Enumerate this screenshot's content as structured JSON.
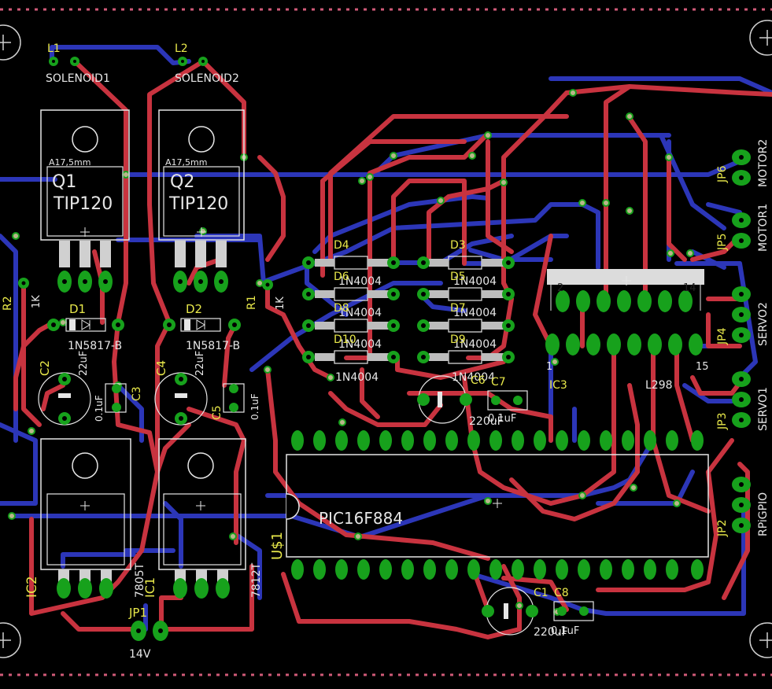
{
  "colors": {
    "background": "#000000",
    "top_copper": "#c8333f",
    "bottom_copper": "#2c36b8",
    "pad": "#17a11c",
    "via": "#b8b68a",
    "silkscreen": "#e6e6e6",
    "component_name": "#e8e84a",
    "outline_dash": "#d05a78"
  },
  "components": [
    {
      "id": "L1",
      "value": "SOLENOID1"
    },
    {
      "id": "L2",
      "value": "SOLENOID2"
    },
    {
      "id": "Q1",
      "value": "TIP120",
      "package": "A17,5mm"
    },
    {
      "id": "Q2",
      "value": "TIP120",
      "package": "A17,5mm"
    },
    {
      "id": "R1",
      "value": "1K"
    },
    {
      "id": "R2",
      "value": "1K"
    },
    {
      "id": "D1",
      "value": "1N5817-B"
    },
    {
      "id": "D2",
      "value": "1N5817-B"
    },
    {
      "id": "C2",
      "value": "22uF"
    },
    {
      "id": "C3",
      "value": "0.1uF"
    },
    {
      "id": "C4",
      "value": "22uF"
    },
    {
      "id": "C5",
      "value": "0.1uF"
    },
    {
      "id": "IC2",
      "value": "7805T"
    },
    {
      "id": "IC1",
      "value": "7812T"
    },
    {
      "id": "JP1",
      "value": "14V"
    },
    {
      "id": "D3",
      "value": "1N4004"
    },
    {
      "id": "D4",
      "value": "1N4004"
    },
    {
      "id": "D5",
      "value": "1N4004"
    },
    {
      "id": "D6",
      "value": "1N4004"
    },
    {
      "id": "D7",
      "value": "1N4004"
    },
    {
      "id": "D8",
      "value": "1N4004"
    },
    {
      "id": "D9",
      "value": "1N4004"
    },
    {
      "id": "D10",
      "value": "1N4004"
    },
    {
      "id": "C6",
      "value": "220uF"
    },
    {
      "id": "C7",
      "value": "0.1uF"
    },
    {
      "id": "IC3",
      "value": "L298"
    },
    {
      "id": "U$1",
      "value": "PIC16F884"
    },
    {
      "id": "C1",
      "value": "220uF"
    },
    {
      "id": "C8",
      "value": "0.1uF"
    },
    {
      "id": "JP6",
      "value": "MOTOR2"
    },
    {
      "id": "JP5",
      "value": "MOTOR1"
    },
    {
      "id": "JP4",
      "value": "SERVO2"
    },
    {
      "id": "JP3",
      "value": "SERVO1"
    },
    {
      "id": "JP2",
      "value": "RPiGPIO"
    }
  ],
  "pin_labels": {
    "l298_pin1": "1",
    "l298_pin2": "2",
    "l298_pin14": "14",
    "l298_pin15": "15"
  }
}
